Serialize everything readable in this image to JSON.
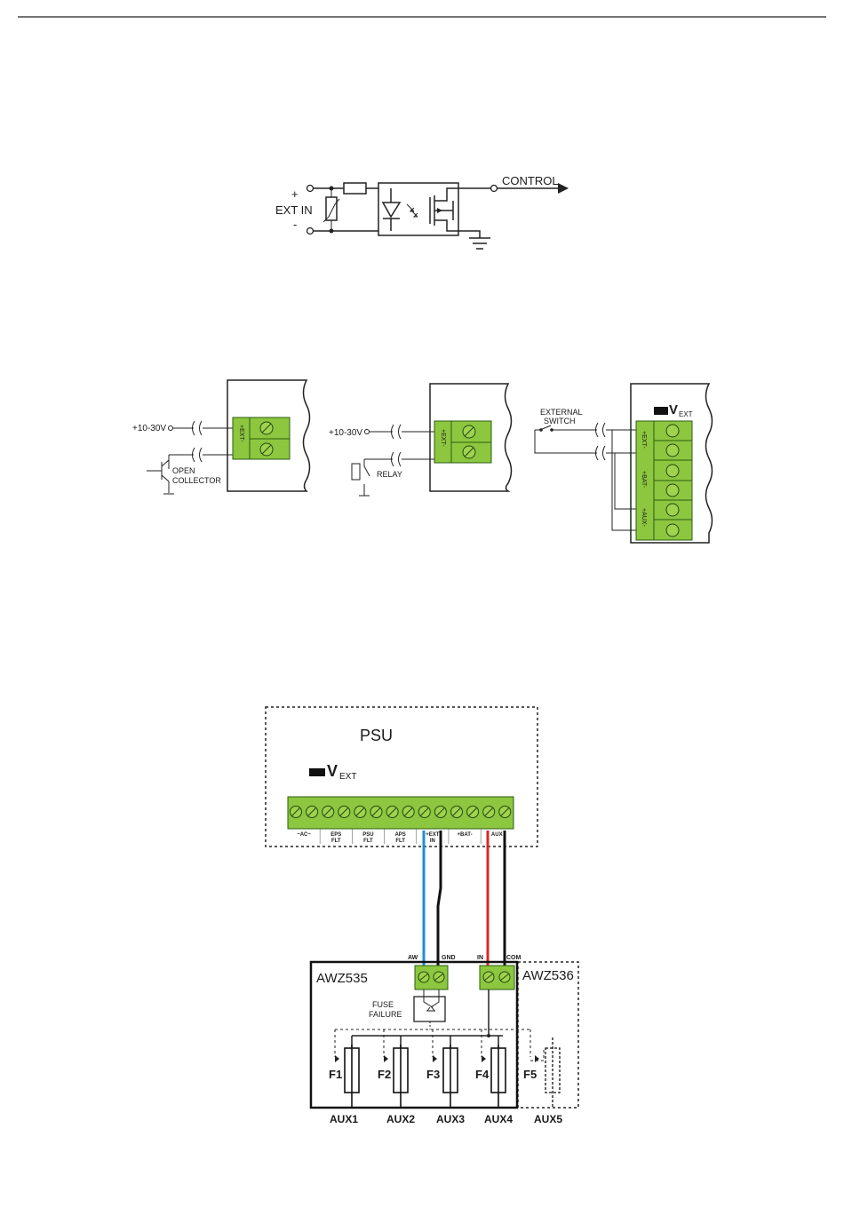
{
  "opto_circuit": {
    "plus": "+",
    "ext_in": "EXT IN",
    "minus": "-",
    "control": "CONTROL"
  },
  "wiring_examples": {
    "oc": {
      "voltage": "+10-30V",
      "label1": "OPEN",
      "label2": "COLLECTOR",
      "terminal": "+EXT-"
    },
    "relay": {
      "voltage": "+10-30V",
      "label": "RELAY",
      "terminal": "+EXT-"
    },
    "switch": {
      "label1": "EXTERNAL",
      "label2": "SWITCH",
      "v": "V",
      "v_sub": "EXT",
      "terminals": [
        "+EXT-",
        "+BAT-",
        "+AUX-"
      ]
    }
  },
  "system": {
    "psu_title": "PSU",
    "v": "V",
    "v_sub": "EXT",
    "terminal_groups": [
      "~AC~",
      "EPS\nFLT",
      "PSU\nFLT",
      "APS\nFLT",
      "+EXT\nIN",
      "+BAT-",
      "AUX"
    ],
    "wire_labels": [
      "AW",
      "GND",
      "IN",
      "COM"
    ],
    "module_a": "AWZ535",
    "module_b": "AWZ536",
    "fuse_failure": [
      "FUSE",
      "FAILURE"
    ],
    "fuses": [
      "F1",
      "F2",
      "F3",
      "F4",
      "F5"
    ],
    "outputs": [
      "AUX1",
      "AUX2",
      "AUX3",
      "AUX4",
      "AUX5"
    ],
    "colors": {
      "terminal_green": "#8dc63f",
      "wire_blue": "#1f8ed6",
      "wire_red": "#d42a2a",
      "wire_black": "#111111"
    }
  }
}
